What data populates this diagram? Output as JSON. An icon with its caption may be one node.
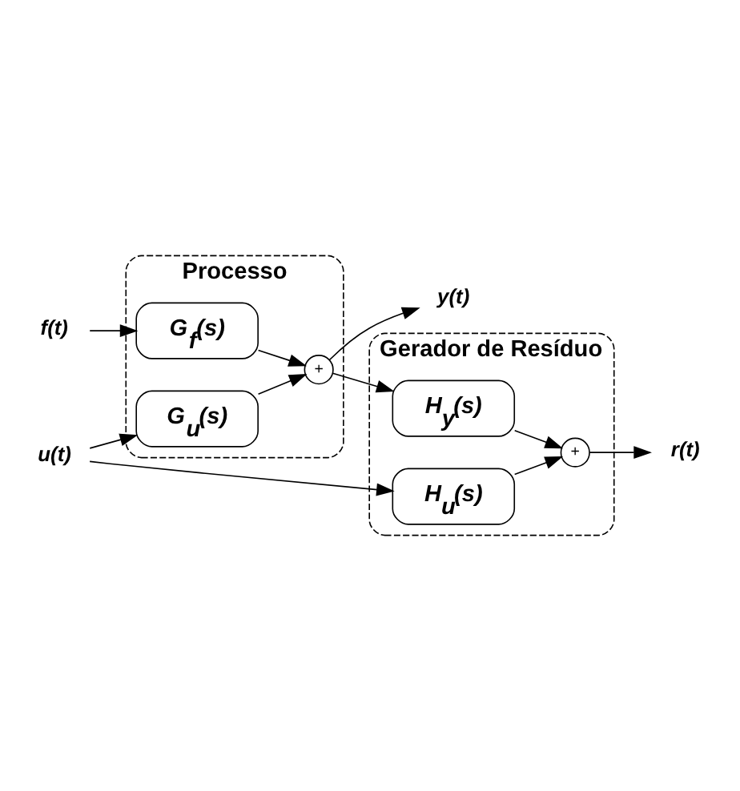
{
  "diagram": {
    "nodes": [
      {
        "text": [
          "Processo"
        ]
      },
      {
        "text": [
          "G$_{f}$(s)"
        ],
        "in": 0
      },
      {
        "text": [
          "G$_{u}$(s)"
        ],
        "in": 0
      },
      {
        "text": [
          "+"
        ],
        "in": 0
      },
      {
        "text": [
          "Gerador de Resíduo"
        ]
      },
      {
        "text": [
          "H$_{y}$(s)"
        ],
        "in": 4
      },
      {
        "text": [
          "H$_{u}$(s)"
        ],
        "in": 4
      },
      {
        "text": [
          "+"
        ],
        "in": 4
      },
      {
        "text": [
          "f(t)"
        ]
      },
      {
        "text": [
          "u(t)"
        ]
      },
      {
        "text": [
          "y(t)"
        ]
      },
      {
        "text": [
          "r(t)"
        ]
      }
    ],
    "edges": [
      {
        "from": 8,
        "to": 1,
        "arrow": "to"
      },
      {
        "from": 9,
        "to": 2,
        "arrow": "to"
      },
      {
        "from": 9,
        "to": 6,
        "arrow": "to"
      },
      {
        "from": 1,
        "to": 3,
        "arrow": "to"
      },
      {
        "from": 2,
        "to": 3,
        "arrow": "to"
      },
      {
        "from": 3,
        "to": 10,
        "arrow": "to"
      },
      {
        "from": 3,
        "to": 5,
        "arrow": "to"
      },
      {
        "from": 5,
        "to": 7,
        "arrow": "to"
      },
      {
        "from": 6,
        "to": 7,
        "arrow": "to"
      },
      {
        "from": 7,
        "to": 11,
        "arrow": "to"
      }
    ]
  }
}
